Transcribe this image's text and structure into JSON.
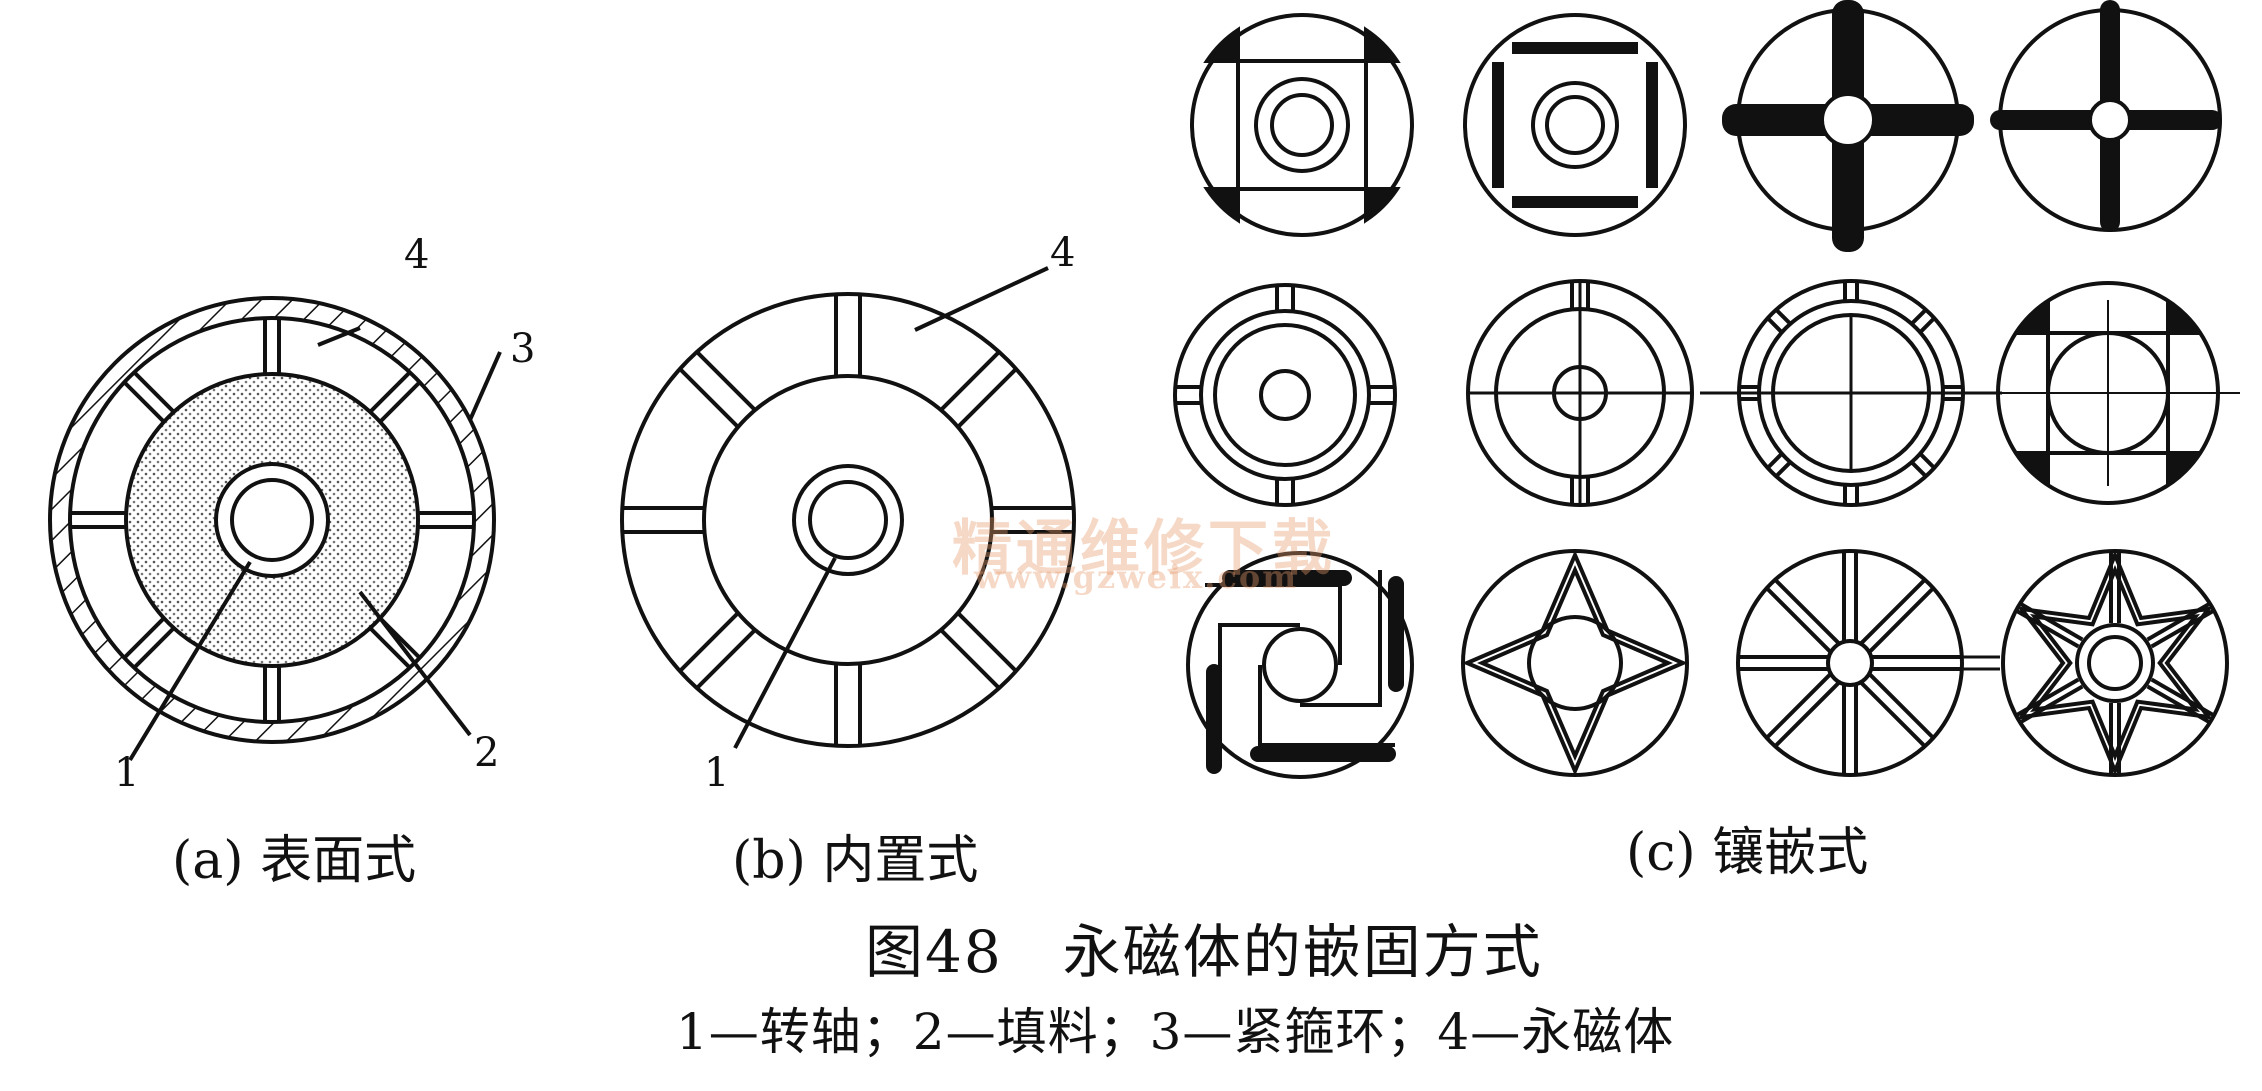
{
  "diagram": {
    "panel_a": {
      "caption": "(a) 表面式",
      "labels": [
        "1",
        "2",
        "3",
        "4"
      ]
    },
    "panel_b": {
      "caption": "(b) 内置式",
      "labels": [
        "1",
        "4"
      ]
    },
    "panel_c": {
      "caption": "(c) 镶嵌式",
      "variant_count": 12
    },
    "figure_title": "图48　永磁体的嵌固方式",
    "legend": "1—转轴；2—填料；3—紧箍环；4—永磁体"
  },
  "watermark": {
    "site_name": "精通维修下载",
    "url": "www.gzweix.com"
  },
  "colors": {
    "ink": "#111111",
    "watermark": "#e79a6c",
    "background": "#ffffff"
  }
}
